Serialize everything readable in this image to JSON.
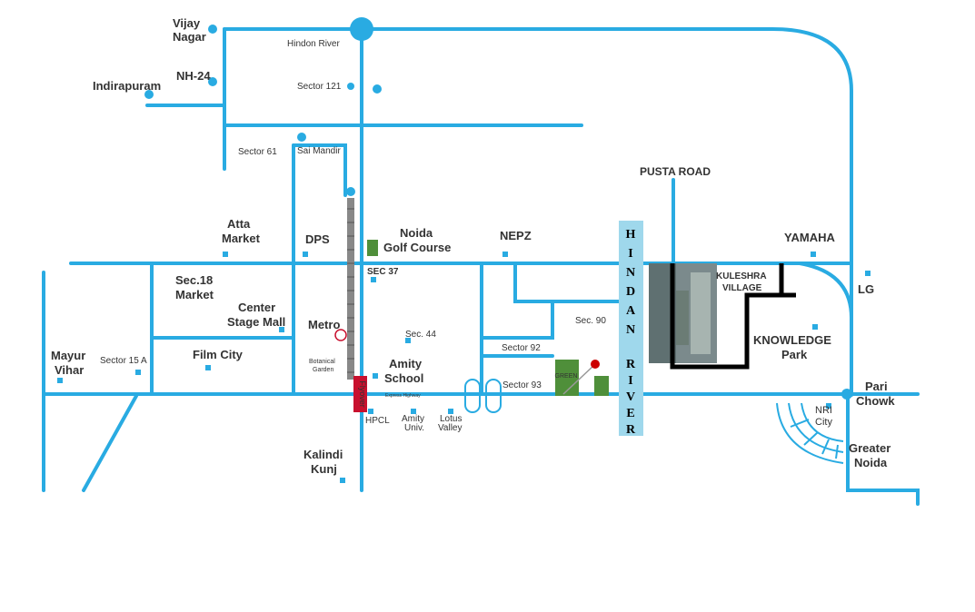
{
  "colors": {
    "road": "#29abe2",
    "marker": "#29abe2",
    "metro_track": "#888888",
    "flyover": "#c8102e",
    "green": "#4f8f3a",
    "highlight_route": "#000000",
    "site_pin": "#cc0000"
  },
  "map": {
    "labels": {
      "vijay_nagar": "Vijay\nNagar",
      "nh24": "NH-24",
      "indirapuram": "Indirapuram",
      "hindon_river_top": "Hindon River",
      "sector_121": "Sector 121",
      "sector_61": "Sector 61",
      "sai_mandir": "Sai Mandir",
      "atta_market": "Atta\nMarket",
      "dps": "DPS",
      "noida_golf_course": "Noida\nGolf Course",
      "sec_37": "SEC 37",
      "nepz": "NEPZ",
      "pusta_road": "PUSTA ROAD",
      "yamaha": "YAMAHA",
      "lg": "LG",
      "kuleshra_village": "KULESHRA\nVILLAGE",
      "knowledge_park": "KNOWLEDGE\nPark",
      "sec_18_market": "Sec.18\nMarket",
      "center_stage_mall": "Center\nStage Mall",
      "metro": "Metro",
      "sec_44": "Sec. 44",
      "sec_90": "Sec. 90",
      "sector_92": "Sector 92",
      "sector_93": "Sector 93",
      "green": "GREEN",
      "mayur_vihar": "Mayur\nVihar",
      "sector_15a": "Sector 15 A",
      "film_city": "Film City",
      "botanical_garden": "Botanical\nGarden",
      "amity_school": "Amity\nSchool",
      "expressway": "Express Highway",
      "flyover": "Flyover",
      "hpcl": "HPCL",
      "amity_univ": "Amity\nUniv.",
      "lotus_valley": "Lotus\nValley",
      "kalindi_kunj": "Kalindi\nKunj",
      "pari_chowk": "Pari\nChowk",
      "nri_city": "NRI\nCity",
      "greater_noida": "Greater\nNoida",
      "hindon_river_vertical": "HINDAN RIVER"
    }
  }
}
